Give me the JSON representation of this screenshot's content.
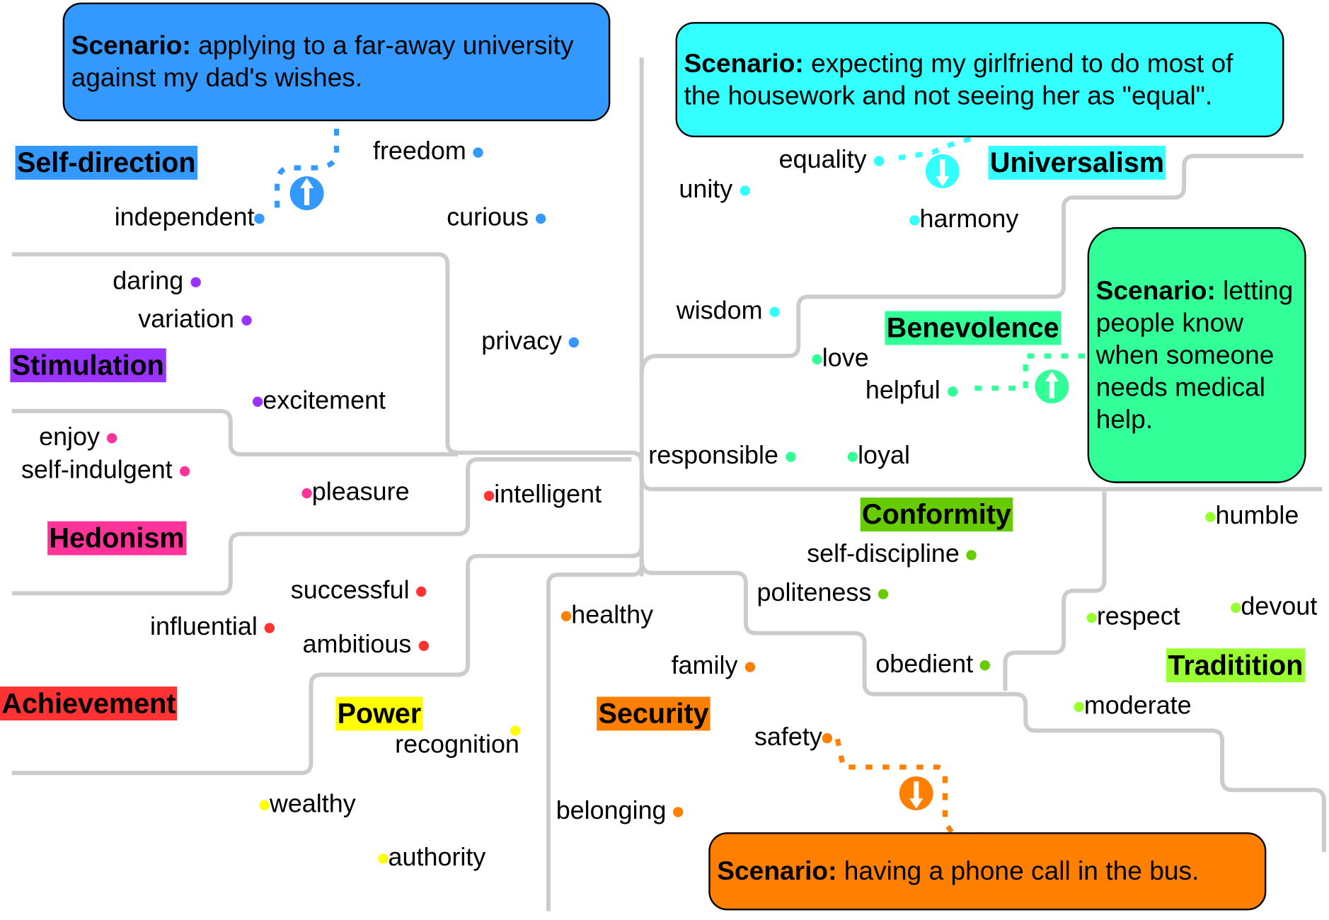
{
  "scenarios": [
    {
      "label": "Scenario:",
      "text": " applying to a far-away university against my dad's wishes.",
      "color": "#3399ff",
      "direction": "up"
    },
    {
      "label": "Scenario:",
      "text": " expecting my girlfriend to do most of the housework and not seeing her as \"equal\".",
      "color": "#33ffff",
      "direction": "down"
    },
    {
      "label": "Scenario:",
      "text": " letting people know when someone needs medical help.",
      "color": "#33ff99",
      "direction": "up"
    },
    {
      "label": "Scenario:",
      "text": " having a phone call in the bus.",
      "color": "#ff8000",
      "direction": "down"
    }
  ],
  "categories": {
    "self_direction": {
      "label": "Self-direction",
      "color": "#3399ff"
    },
    "stimulation": {
      "label": "Stimulation",
      "color": "#9933ff"
    },
    "hedonism": {
      "label": "Hedonism",
      "color": "#ff3399"
    },
    "achievement": {
      "label": "Achievement",
      "color": "#ff3333"
    },
    "power": {
      "label": "Power",
      "color": "#ffff00"
    },
    "security": {
      "label": "Security",
      "color": "#ff8000"
    },
    "conformity": {
      "label": "Conformity",
      "color": "#66cc00"
    },
    "tradition": {
      "label": "Traditition",
      "color": "#99ff33"
    },
    "benevolence": {
      "label": "Benevolence",
      "color": "#33ff99"
    },
    "universalism": {
      "label": "Universalism",
      "color": "#33ffff"
    }
  },
  "words": {
    "freedom": "freedom",
    "independent": "independent",
    "curious": "curious",
    "privacy": "privacy",
    "daring": "daring",
    "variation": "variation",
    "excitement": "excitement",
    "enjoy": "enjoy",
    "self_indulgent": "self-indulgent",
    "pleasure": "pleasure",
    "intelligent": "intelligent",
    "successful": "successful",
    "influential": "influential",
    "ambitious": "ambitious",
    "recognition": "recognition",
    "wealthy": "wealthy",
    "authority": "authority",
    "healthy": "healthy",
    "family": "family",
    "safety": "safety",
    "belonging": "belonging",
    "self_discipline": "self-discipline",
    "politeness": "politeness",
    "obedient": "obedient",
    "humble": "humble",
    "respect": "respect",
    "devout": "devout",
    "moderate": "moderate",
    "wisdom": "wisdom",
    "love": "love",
    "helpful": "helpful",
    "responsible": "responsible",
    "loyal": "loyal",
    "equality": "equality",
    "unity": "unity",
    "harmony": "harmony"
  }
}
